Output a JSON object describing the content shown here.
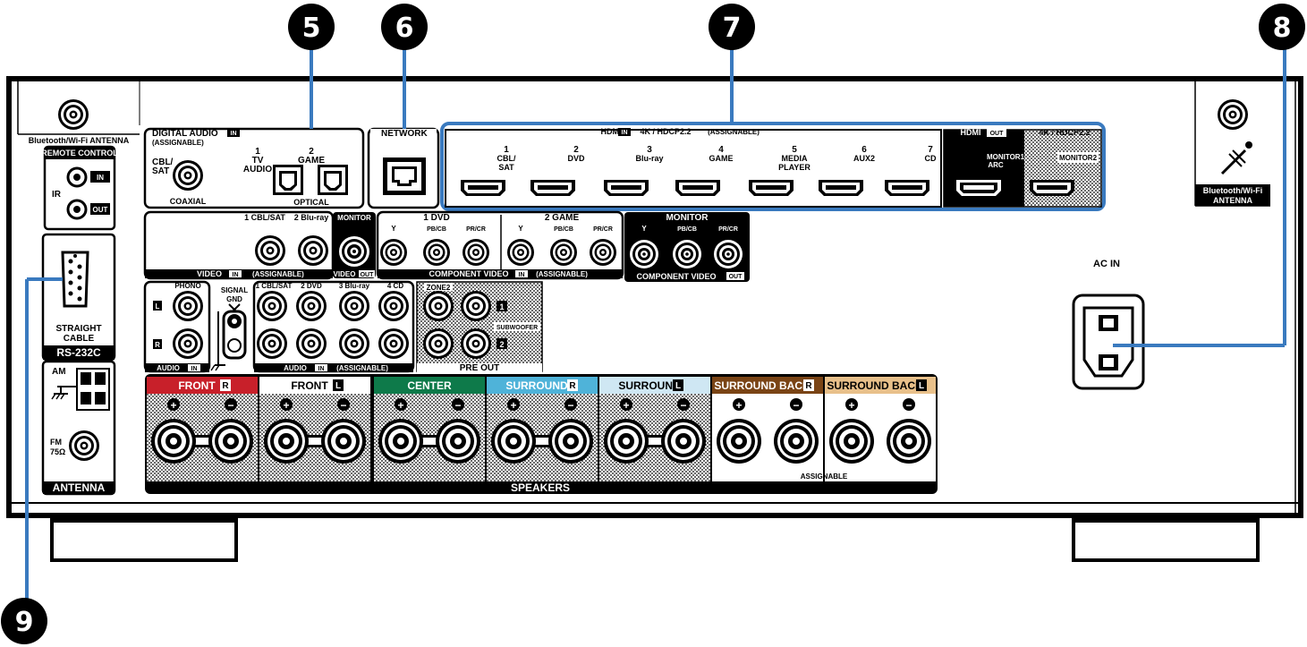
{
  "callouts": [
    "5",
    "6",
    "7",
    "8",
    "9"
  ],
  "antenna_left": {
    "label": "Bluetooth/Wi-Fi ANTENNA"
  },
  "antenna_right": {
    "label_1": "Bluetooth/Wi-Fi",
    "label_2": "ANTENNA"
  },
  "remote": {
    "title": "REMOTE CONTROL",
    "ir": "IR",
    "in": "IN",
    "out": "OUT"
  },
  "rs232c": {
    "cable_1": "STRAIGHT",
    "cable_2": "CABLE",
    "title": "RS-232C"
  },
  "antenna_block": {
    "am": "AM",
    "fm": "FM",
    "ohm": "75Ω",
    "title": "ANTENNA"
  },
  "digital_audio": {
    "title": "DIGITAL AUDIO",
    "in": "IN",
    "assignable": "(ASSIGNABLE)",
    "cbl_sat_1": "CBL/",
    "cbl_sat_2": "SAT",
    "coaxial": "COAXIAL",
    "tv_num": "1",
    "tv_1": "TV",
    "tv_2": "AUDIO",
    "game_num": "2",
    "game": "GAME",
    "optical": "OPTICAL"
  },
  "network": {
    "title": "NETWORK"
  },
  "hdmi_in": {
    "title": "HDMI",
    "in": "IN",
    "spec": "4K / HDCP2.2",
    "assignable": "(ASSIGNABLE)",
    "ports": [
      {
        "num": "1",
        "l1": "CBL/",
        "l2": "SAT"
      },
      {
        "num": "2",
        "l1": "DVD",
        "l2": ""
      },
      {
        "num": "3",
        "l1": "Blu-ray",
        "l2": ""
      },
      {
        "num": "4",
        "l1": "GAME",
        "l2": ""
      },
      {
        "num": "5",
        "l1": "MEDIA",
        "l2": "PLAYER"
      },
      {
        "num": "6",
        "l1": "AUX2",
        "l2": ""
      },
      {
        "num": "7",
        "l1": "CD",
        "l2": ""
      }
    ]
  },
  "hdmi_out": {
    "title": "HDMI",
    "out": "OUT",
    "spec": "4K / HDCP2.2",
    "monitor1_1": "MONITOR1",
    "monitor1_2": "ARC",
    "monitor2": "MONITOR2"
  },
  "video": {
    "cbl_sat": "1 CBL/SAT",
    "bluray": "2 Blu-ray",
    "title": "VIDEO",
    "in": "IN",
    "assignable": "(ASSIGNABLE)",
    "monitor": "MONITOR",
    "out_title": "VIDEO",
    "out": "OUT"
  },
  "component": {
    "dvd": "1 DVD",
    "game": "2 GAME",
    "y": "Y",
    "pb": "PB/CB",
    "pr": "PR/CR",
    "title": "COMPONENT VIDEO",
    "in": "IN",
    "assignable": "(ASSIGNABLE)",
    "monitor": "MONITOR",
    "out_title": "COMPONENT VIDEO",
    "out": "OUT"
  },
  "audio_in": {
    "phono": "PHONO",
    "l": "L",
    "r": "R",
    "signal_1": "SIGNAL",
    "signal_2": "GND",
    "title": "AUDIO",
    "in": "IN",
    "ch_labels": [
      "1 CBL/SAT",
      "2 DVD",
      "3 Blu-ray",
      "4 CD"
    ],
    "title2": "AUDIO",
    "in2": "IN",
    "assignable": "(ASSIGNABLE)"
  },
  "pre_out": {
    "zone2": "ZONE2",
    "subwoofer": "SUBWOOFER",
    "sw1": "1",
    "sw2": "2",
    "title": "PRE OUT"
  },
  "ac_in": {
    "label": "AC IN"
  },
  "speakers": {
    "title": "SPEAKERS",
    "assignable": "ASSIGNABLE",
    "plus": "+",
    "minus": "−",
    "channels": [
      {
        "name": "FRONT",
        "side": "R",
        "color": "#c8202a"
      },
      {
        "name": "FRONT",
        "side": "L",
        "color": "#ffffff"
      },
      {
        "name": "CENTER",
        "side": "",
        "color": "#0e7a4a"
      },
      {
        "name": "SURROUND",
        "side": "R",
        "color": "#4fb3d9"
      },
      {
        "name": "SURROUND",
        "side": "L",
        "color": "#cfe7f3"
      },
      {
        "name": "SURROUND BACK",
        "side": "R",
        "color": "#7a4415"
      },
      {
        "name": "SURROUND BACK",
        "side": "L",
        "color": "#e8c08a"
      }
    ]
  },
  "colors": {
    "callout_line": "#3a7abf",
    "panel_line": "#000000"
  }
}
